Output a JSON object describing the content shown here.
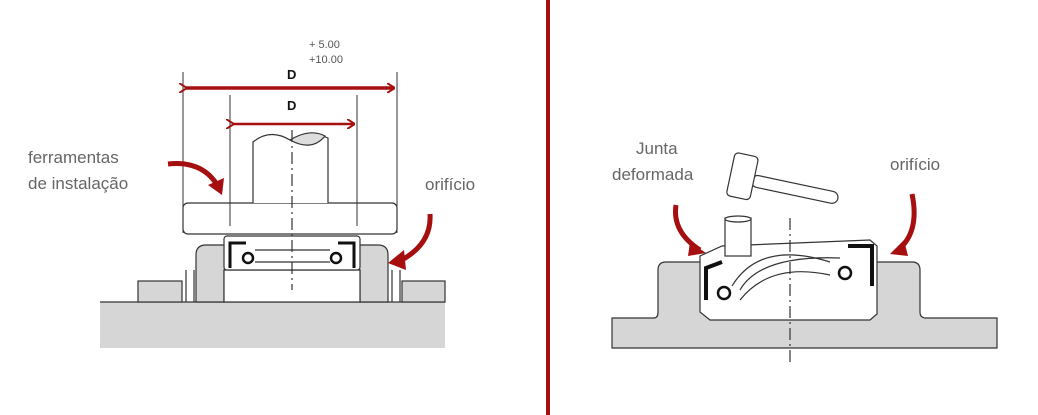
{
  "left_panel": {
    "tolerance_upper": "+  5.00",
    "tolerance_lower": "+10.00",
    "outer_dimension": "D",
    "inner_dimension": "D",
    "tool_label_line1": "ferramentas",
    "tool_label_line2": "de instalação",
    "bore_label": "orifício"
  },
  "right_panel": {
    "seal_label_line1": "Junta",
    "seal_label_line2": "deformada",
    "bore_label": "orifício"
  },
  "colors": {
    "accent": "#a50f0f",
    "housing": "#d6d6d6",
    "line": "#333333"
  }
}
